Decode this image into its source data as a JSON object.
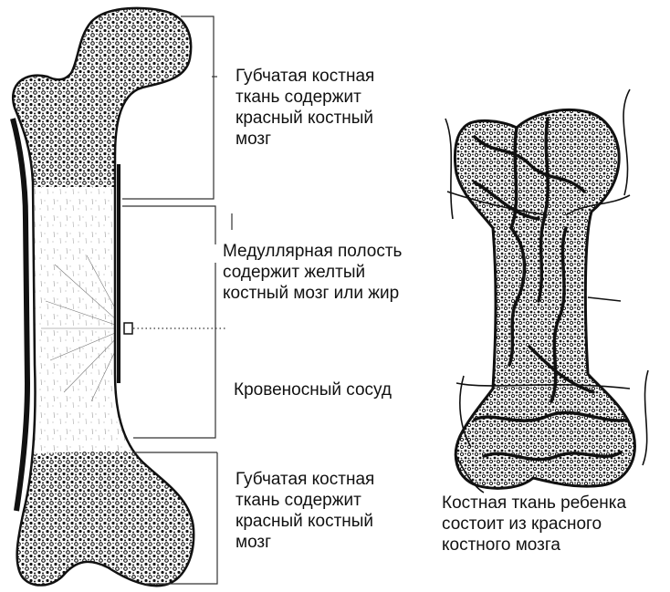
{
  "colors": {
    "ink": "#111111",
    "background": "#ffffff"
  },
  "adult_bone": {
    "labels": {
      "top_spongy": [
        "Губчатая костная",
        "ткань содержит",
        "красный костный",
        "мозг"
      ],
      "medullary": [
        "Медуллярная полость",
        "содержит желтый",
        "костный мозг или жир"
      ],
      "vessel": [
        "Кровеносный сосуд"
      ],
      "bottom_spongy": [
        "Губчатая костная",
        "ткань содержит",
        "красный костный",
        "мозг"
      ]
    }
  },
  "child_bone": {
    "caption": [
      "Костная ткань ребенка",
      "состоит из красного",
      "костного мозга"
    ]
  }
}
